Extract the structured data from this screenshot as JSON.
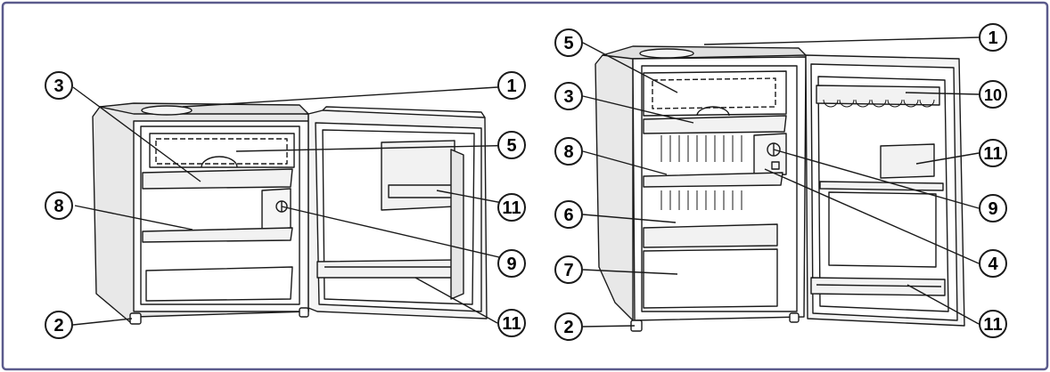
{
  "figure": {
    "frame_color": "#5a5a8c",
    "line_color": "#1a1a1a",
    "panel_fill": "#e8e8e8"
  },
  "left_fridge": {
    "callouts": [
      "1",
      "2",
      "3",
      "5",
      "8",
      "9",
      "11",
      "11"
    ]
  },
  "right_fridge": {
    "callouts": [
      "1",
      "2",
      "3",
      "4",
      "5",
      "6",
      "7",
      "8",
      "9",
      "10",
      "11",
      "11"
    ]
  }
}
